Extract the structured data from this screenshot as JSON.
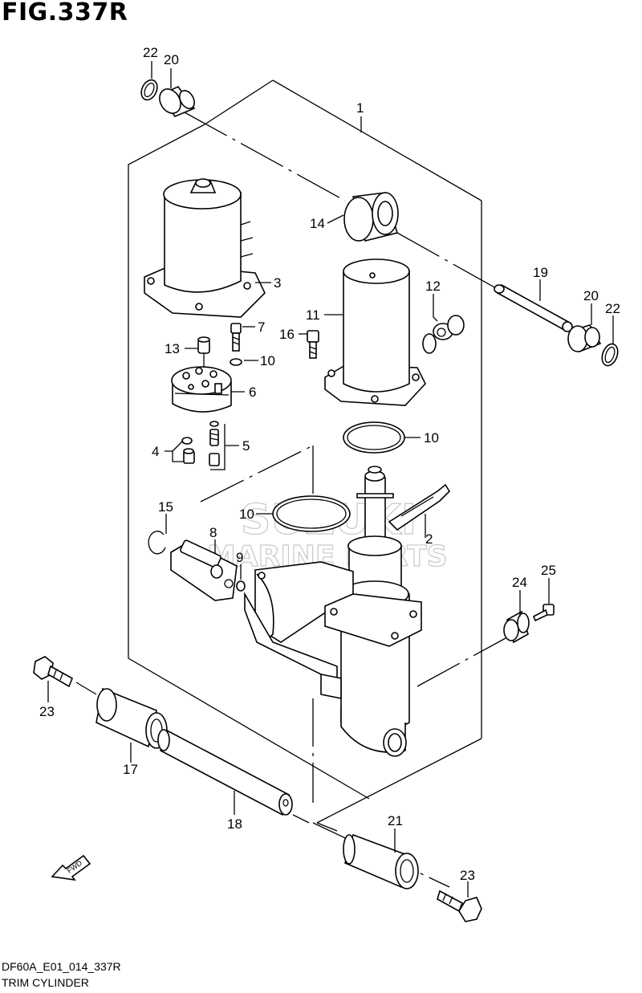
{
  "figure": {
    "title": "FIG.337R",
    "code": "DF60A_E01_014_337R",
    "name": "TRIM CYLINDER"
  },
  "watermark": {
    "line1": "SUZUKI",
    "line2": "MARINE PARTS"
  },
  "fwd_label": "FWD",
  "callouts": [
    {
      "id": "c-22a",
      "text": "22"
    },
    {
      "id": "c-20a",
      "text": "20"
    },
    {
      "id": "c-1",
      "text": "1"
    },
    {
      "id": "c-14",
      "text": "14"
    },
    {
      "id": "c-3",
      "text": "3"
    },
    {
      "id": "c-19",
      "text": "19"
    },
    {
      "id": "c-12",
      "text": "12"
    },
    {
      "id": "c-11",
      "text": "11"
    },
    {
      "id": "c-20b",
      "text": "20"
    },
    {
      "id": "c-22b",
      "text": "22"
    },
    {
      "id": "c-7",
      "text": "7"
    },
    {
      "id": "c-16",
      "text": "16"
    },
    {
      "id": "c-13",
      "text": "13"
    },
    {
      "id": "c-10a",
      "text": "10"
    },
    {
      "id": "c-6",
      "text": "6"
    },
    {
      "id": "c-10b",
      "text": "10"
    },
    {
      "id": "c-4",
      "text": "4"
    },
    {
      "id": "c-5",
      "text": "5"
    },
    {
      "id": "c-15",
      "text": "15"
    },
    {
      "id": "c-10c",
      "text": "10"
    },
    {
      "id": "c-8",
      "text": "8"
    },
    {
      "id": "c-2",
      "text": "2"
    },
    {
      "id": "c-9",
      "text": "9"
    },
    {
      "id": "c-24",
      "text": "24"
    },
    {
      "id": "c-25",
      "text": "25"
    },
    {
      "id": "c-23a",
      "text": "23"
    },
    {
      "id": "c-17",
      "text": "17"
    },
    {
      "id": "c-18",
      "text": "18"
    },
    {
      "id": "c-21",
      "text": "21"
    },
    {
      "id": "c-23b",
      "text": "23"
    }
  ]
}
